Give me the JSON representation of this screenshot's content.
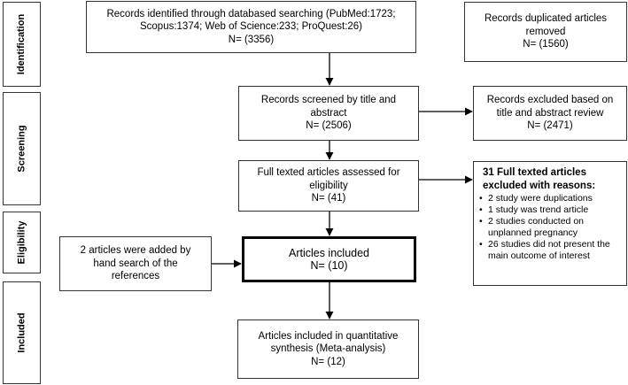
{
  "stages": {
    "identification": "Identification",
    "screening": "Screening",
    "eligibility": "Eligibility",
    "included": "Included"
  },
  "boxes": {
    "identified": {
      "lines": [
        "Records identified through databased searching (PubMed:1723;",
        "Scopus:1374; Web of Science:233; ProQuest:26)",
        "N= (3356)"
      ]
    },
    "duplicates": {
      "lines": [
        "Records duplicated articles",
        "removed",
        "N= (1560)"
      ]
    },
    "screened": {
      "lines": [
        "Records screened by title and",
        "abstract",
        "N= (2506)"
      ]
    },
    "excluded_title": {
      "lines": [
        "Records excluded based on",
        "title and abstract review",
        "N= (2471)"
      ]
    },
    "fulltext": {
      "lines": [
        "Full texted articles assessed for",
        "eligibility",
        "N= (41)"
      ]
    },
    "hand_search": {
      "lines": [
        "2 articles were added by",
        "hand search of the",
        "references"
      ]
    },
    "included": {
      "lines": [
        "Articles included",
        "N= (10)"
      ]
    },
    "meta": {
      "lines": [
        "Articles included in quantitative",
        "synthesis (Meta-analysis)",
        "N= (12)"
      ]
    }
  },
  "excluded_fulltext": {
    "heading": [
      "31 Full texted articles",
      "excluded with reasons:"
    ],
    "reasons": [
      "2 study were duplications",
      "1 study was trend article",
      "2 studies conducted on unplanned pregnancy",
      "26 studies did not present the main outcome of interest"
    ]
  }
}
